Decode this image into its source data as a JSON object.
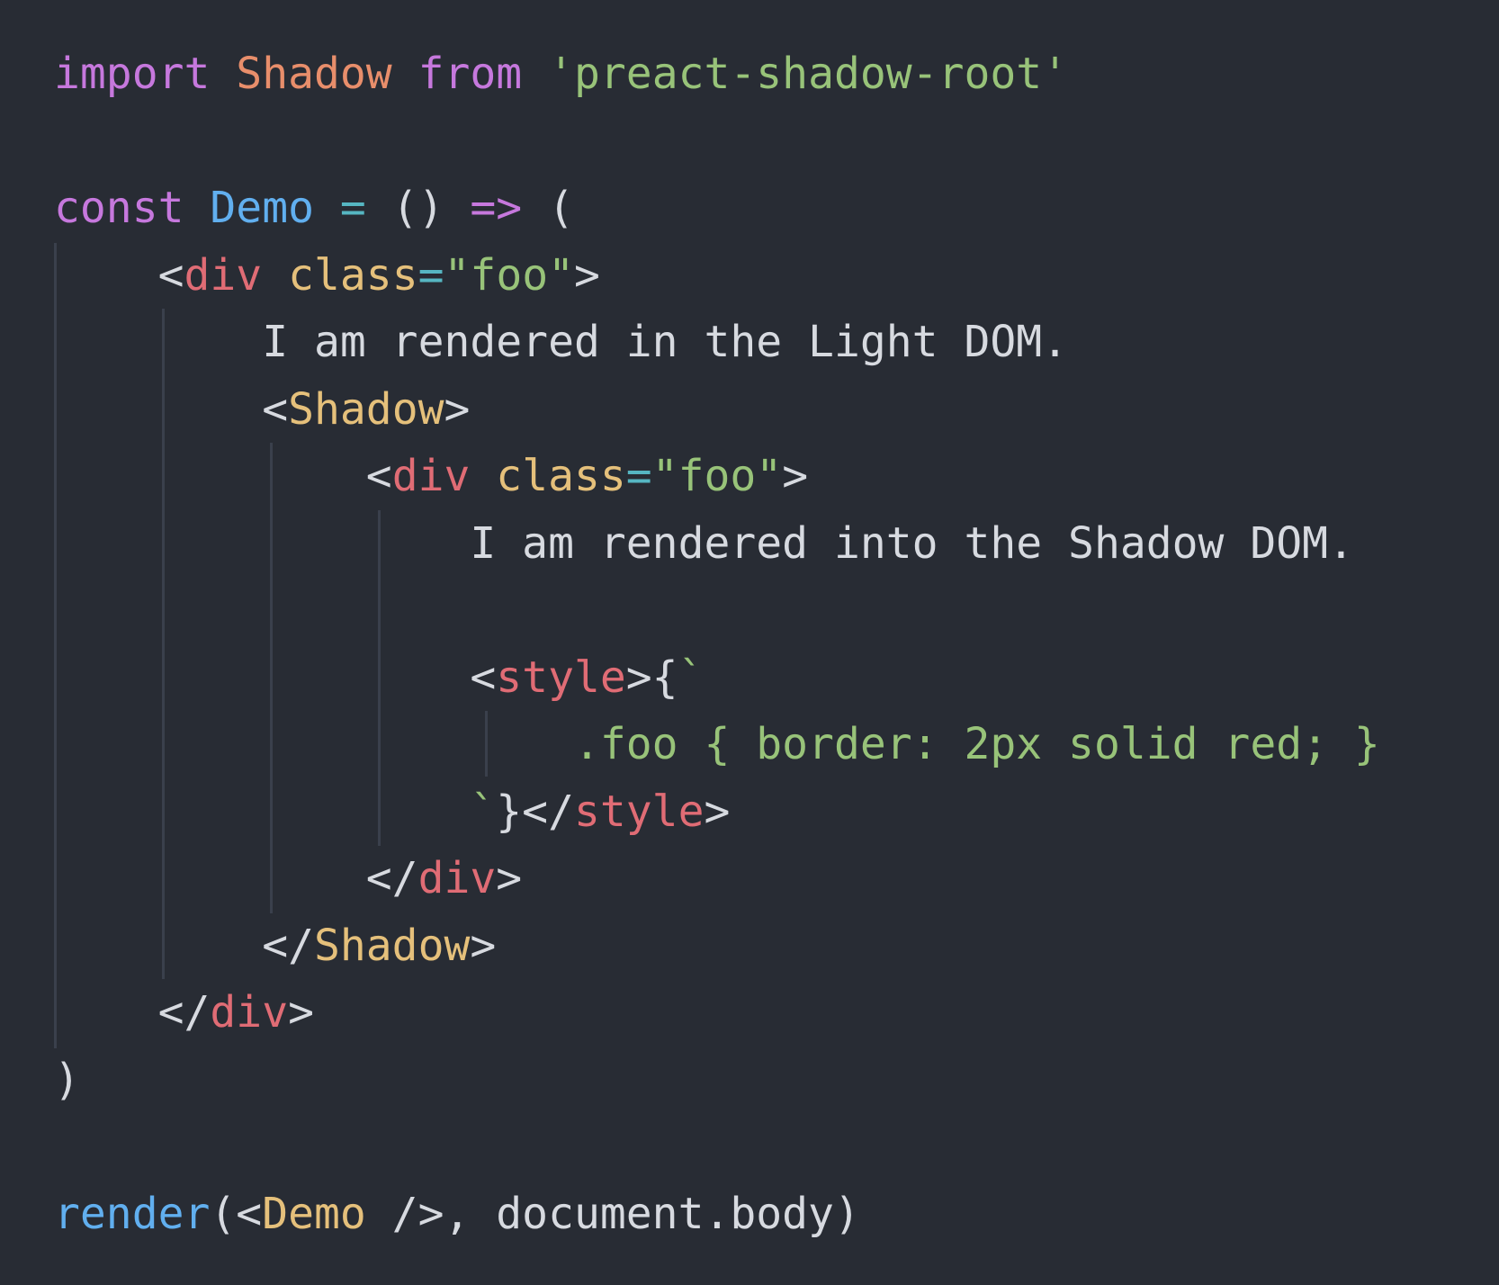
{
  "code": {
    "lines": [
      [
        {
          "text": "import",
          "type": "kw"
        },
        {
          "text": " ",
          "type": "punct"
        },
        {
          "text": "Shadow",
          "type": "ident"
        },
        {
          "text": " ",
          "type": "punct"
        },
        {
          "text": "from",
          "type": "kw"
        },
        {
          "text": " ",
          "type": "punct"
        },
        {
          "text": "'preact-shadow-root'",
          "type": "str"
        }
      ],
      [],
      [
        {
          "text": "const",
          "type": "kw"
        },
        {
          "text": " ",
          "type": "punct"
        },
        {
          "text": "Demo",
          "type": "fn"
        },
        {
          "text": " ",
          "type": "punct"
        },
        {
          "text": "=",
          "type": "op"
        },
        {
          "text": " () ",
          "type": "punct"
        },
        {
          "text": "=>",
          "type": "kw"
        },
        {
          "text": " (",
          "type": "punct"
        }
      ],
      [
        {
          "text": "    <",
          "type": "punct"
        },
        {
          "text": "div",
          "type": "tag"
        },
        {
          "text": " ",
          "type": "punct"
        },
        {
          "text": "class",
          "type": "attr"
        },
        {
          "text": "=",
          "type": "op"
        },
        {
          "text": "\"foo\"",
          "type": "str"
        },
        {
          "text": ">",
          "type": "punct"
        }
      ],
      [
        {
          "text": "        I am rendered in the Light DOM.",
          "type": "text"
        }
      ],
      [
        {
          "text": "        <",
          "type": "punct"
        },
        {
          "text": "Shadow",
          "type": "comp"
        },
        {
          "text": ">",
          "type": "punct"
        }
      ],
      [
        {
          "text": "            <",
          "type": "punct"
        },
        {
          "text": "div",
          "type": "tag"
        },
        {
          "text": " ",
          "type": "punct"
        },
        {
          "text": "class",
          "type": "attr"
        },
        {
          "text": "=",
          "type": "op"
        },
        {
          "text": "\"foo\"",
          "type": "str"
        },
        {
          "text": ">",
          "type": "punct"
        }
      ],
      [
        {
          "text": "                I am rendered into the Shadow DOM.",
          "type": "text"
        }
      ],
      [],
      [
        {
          "text": "                <",
          "type": "punct"
        },
        {
          "text": "style",
          "type": "tag"
        },
        {
          "text": ">{",
          "type": "punct"
        },
        {
          "text": "`",
          "type": "css"
        }
      ],
      [
        {
          "text": "                    .foo { border: 2px solid red; }",
          "type": "css"
        }
      ],
      [
        {
          "text": "                ",
          "type": "punct"
        },
        {
          "text": "`",
          "type": "css"
        },
        {
          "text": "}</",
          "type": "punct"
        },
        {
          "text": "style",
          "type": "tag"
        },
        {
          "text": ">",
          "type": "punct"
        }
      ],
      [
        {
          "text": "            </",
          "type": "punct"
        },
        {
          "text": "div",
          "type": "tag"
        },
        {
          "text": ">",
          "type": "punct"
        }
      ],
      [
        {
          "text": "        </",
          "type": "punct"
        },
        {
          "text": "Shadow",
          "type": "comp"
        },
        {
          "text": ">",
          "type": "punct"
        }
      ],
      [
        {
          "text": "    </",
          "type": "punct"
        },
        {
          "text": "div",
          "type": "tag"
        },
        {
          "text": ">",
          "type": "punct"
        }
      ],
      [
        {
          "text": ")",
          "type": "punct"
        }
      ],
      [],
      [
        {
          "text": "render",
          "type": "fn"
        },
        {
          "text": "(<",
          "type": "punct"
        },
        {
          "text": "Demo",
          "type": "comp"
        },
        {
          "text": " />, document.body)",
          "type": "punct"
        }
      ]
    ]
  },
  "colors": {
    "background": "#282c34",
    "keyword": "#c678dd",
    "identifier": "#e88e6b",
    "string": "#98c379",
    "function": "#61afef",
    "operator": "#56b6c2",
    "tag": "#e06c75",
    "attribute": "#e5c07b",
    "component": "#e5c07b",
    "text": "#d7dae0",
    "indent_guide": "#3a404c"
  }
}
